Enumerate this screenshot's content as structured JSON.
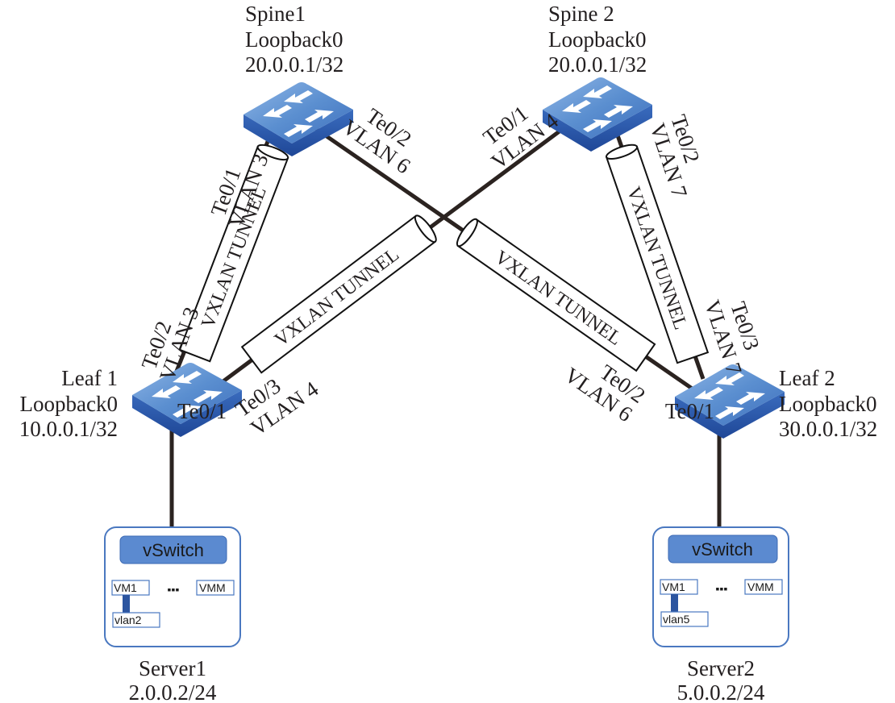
{
  "diagram": {
    "nodes": {
      "spine1": {
        "name": "Spine1",
        "interface": "Loopback0",
        "ip": "20.0.0.1/32"
      },
      "spine2": {
        "name": "Spine 2",
        "interface": "Loopback0",
        "ip": "20.0.0.1/32"
      },
      "leaf1": {
        "name": "Leaf 1",
        "interface": "Loopback0",
        "ip": "10.0.0.1/32"
      },
      "leaf2": {
        "name": "Leaf 2",
        "interface": "Loopback0",
        "ip": "30.0.0.1/32"
      },
      "server1": {
        "name": "Server1",
        "ip": "2.0.0.2/24",
        "vswitch": "vSwitch",
        "vm_first": "VM1",
        "vm_last": "VMM",
        "ellipsis": "▪▪▪",
        "vlan": "vlan2"
      },
      "server2": {
        "name": "Server2",
        "ip": "5.0.0.2/24",
        "vswitch": "vSwitch",
        "vm_first": "VM1",
        "vm_last": "VMM",
        "ellipsis": "▪▪▪",
        "vlan": "vlan5"
      }
    },
    "ports": {
      "spine1_te01": {
        "port": "Te0/1",
        "vlan": "VLAN 3"
      },
      "spine1_te02": {
        "port": "Te0/2",
        "vlan": "VLAN 6"
      },
      "spine2_te01": {
        "port": "Te0/1",
        "vlan": "VLAN 4"
      },
      "spine2_te02": {
        "port": "Te0/2",
        "vlan": "VLAN 7"
      },
      "leaf1_te02": {
        "port": "Te0/2",
        "vlan": "VLAN 3"
      },
      "leaf1_te03": {
        "port": "Te0/3",
        "vlan": "VLAN 4"
      },
      "leaf1_te01": {
        "port": "Te0/1"
      },
      "leaf2_te02": {
        "port": "Te0/2",
        "vlan": "VLAN 6"
      },
      "leaf2_te03": {
        "port": "Te0/3",
        "vlan": "VLAN 7"
      },
      "leaf2_te01": {
        "port": "Te0/1"
      }
    },
    "tunnels": {
      "spine1_leaf1": "VXLAN TUNNEL",
      "spine2_leaf1": "VXLAN TUNNEL",
      "spine1_leaf2": "VXLAN TUNNEL",
      "spine2_leaf2": "VXLAN TUNNEL"
    },
    "colors": {
      "switch_top": "#5b8fd0",
      "switch_side": "#2c5aa8",
      "vswitch_fill": "#5b8ad0",
      "server_border": "#4a78c0",
      "vlan_bar": "#2c55a0",
      "link": "#2b2320"
    }
  }
}
